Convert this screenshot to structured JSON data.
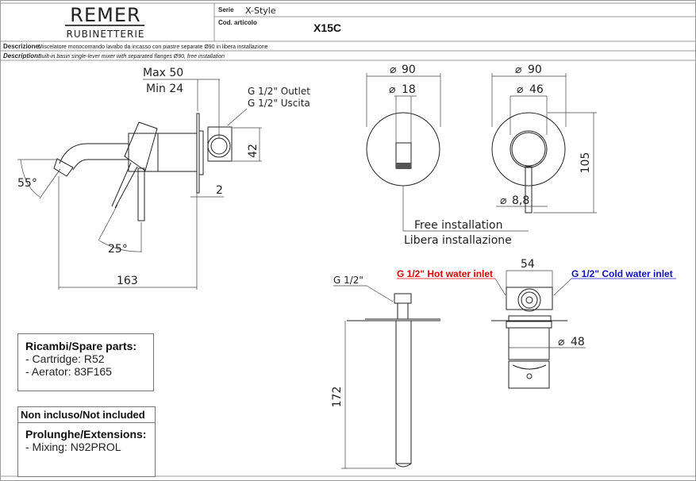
{
  "header": {
    "brand": "REMER",
    "brand_sub": "RUBINETTERIE",
    "serie_label": "Serie",
    "serie_value": "X-Style",
    "code_label": "Cod. articolo",
    "code_value": "X15C"
  },
  "description": {
    "it_label": "Descrizione:",
    "it_text": "Miscelatore monocomando lavabo da incasso con piastre separate Ø90 in libera installazione",
    "en_label": "Description:",
    "en_text": "Built-in basin single-lever mixer with separated flanges Ø90, free installation"
  },
  "side_view": {
    "max": "Max 50",
    "min": "Min 24",
    "outlet_en": "G 1/2\" Outlet",
    "outlet_it": "G 1/2\" Uscita",
    "height": "42",
    "thickness": "2",
    "angle_spout": "55°",
    "angle_lever": "25°",
    "length": "163"
  },
  "front_view": {
    "left_diameter": "90",
    "spout_diameter": "18",
    "right_diameter": "90",
    "handle_diameter": "46",
    "lever_diameter": "8,8",
    "height": "105",
    "free_en": "Free installation",
    "free_it": "Libera installazione"
  },
  "bottom_view": {
    "spout_thread": "G 1/2\"",
    "spout_length": "172",
    "hot_inlet": "G 1/2\" Hot water inlet",
    "cold_inlet": "G 1/2\" Cold water inlet",
    "body_width": "54",
    "body_diameter": "48"
  },
  "spare_parts": {
    "title": "Ricambi/Spare parts:",
    "items": [
      "- Cartridge: R52",
      "- Aerator: 83F165"
    ]
  },
  "not_included": {
    "title": "Non incluso/Not included",
    "subtitle": "Prolunghe/Extensions:",
    "items": [
      "- Mixing: N92PROL"
    ]
  },
  "colors": {
    "hot": "#e00000",
    "cold": "#1010c0"
  }
}
